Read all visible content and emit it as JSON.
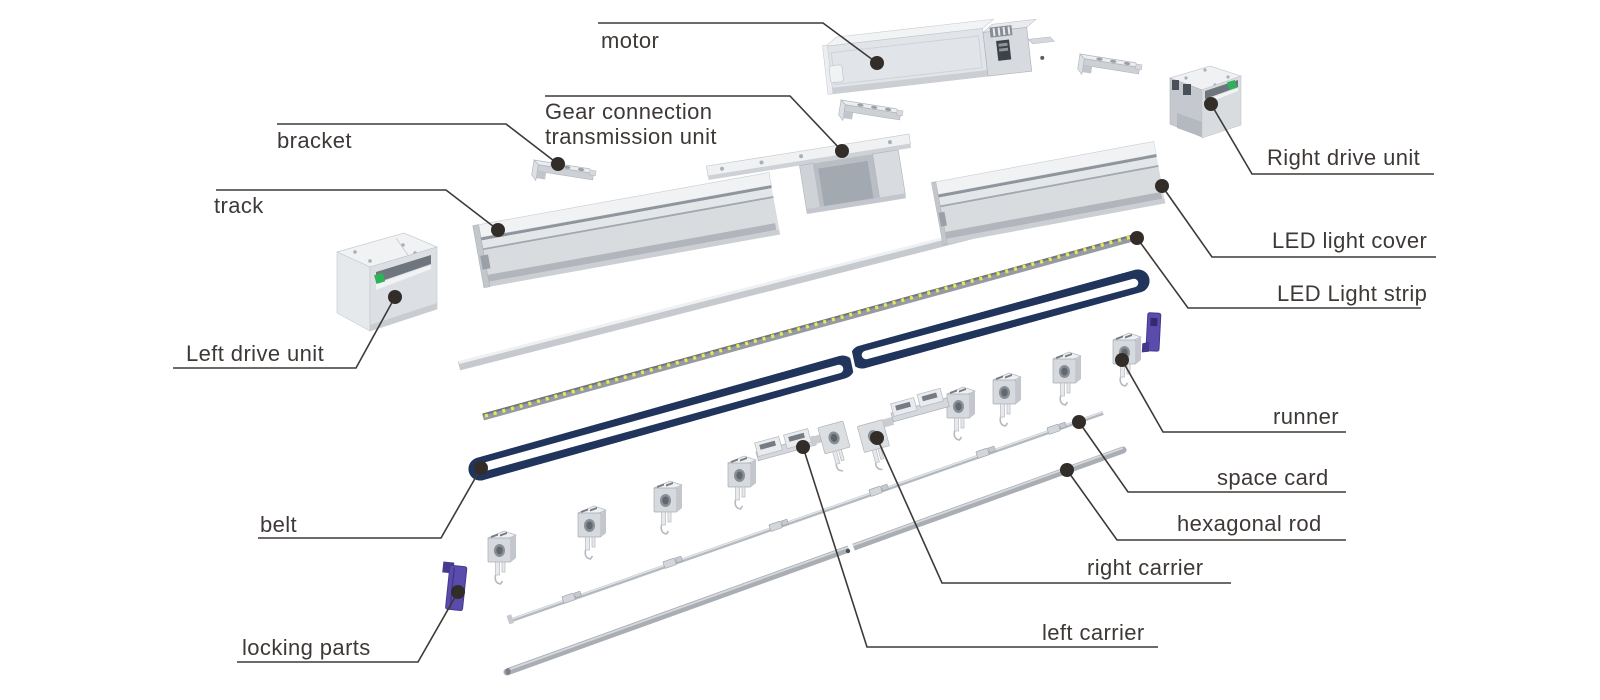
{
  "labels": {
    "motor": "motor",
    "gear_connection": "Gear connection transmission unit",
    "bracket": "bracket",
    "track": "track",
    "left_drive_unit": "Left drive unit",
    "belt": "belt",
    "locking_parts": "locking parts",
    "right_drive_unit": "Right drive unit",
    "led_light_cover": "LED light cover",
    "led_light_strip": "LED Light strip",
    "runner": "runner",
    "space_card": "space card",
    "hexagonal_rod": "hexagonal rod",
    "right_carrier": "right carrier",
    "left_carrier": "left carrier"
  },
  "colors": {
    "label_text": "#3e3937",
    "leader_line": "#3e3937",
    "leader_dot": "#332d29",
    "part_light": "#eff1f3",
    "part_mid": "#d7dade",
    "part_shadow": "#b6bac0",
    "belt_navy": "#2c4170",
    "belt_teeth": "#20345c",
    "led_yellow": "#ece751",
    "status_green": "#2db257",
    "locking_purple": "#5a4cad"
  }
}
